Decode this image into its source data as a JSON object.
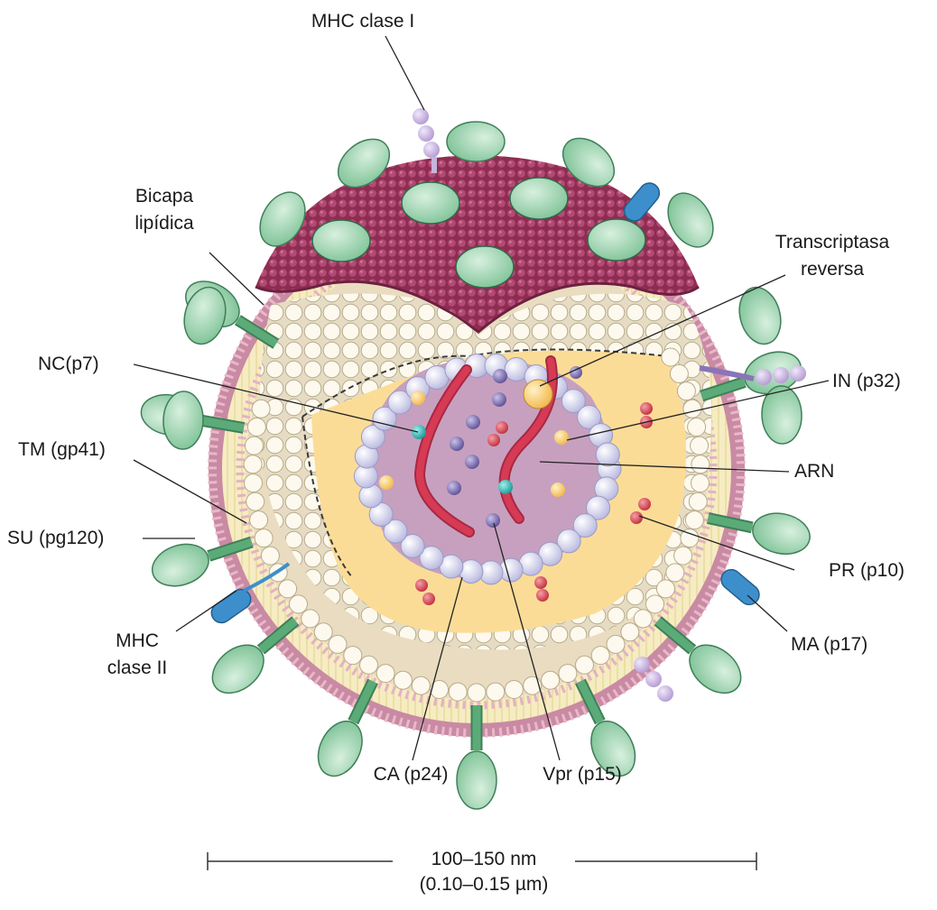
{
  "labels": {
    "mhc1": "MHC clase I",
    "bicapa_1": "Bicapa",
    "bicapa_2": "lipídica",
    "transcriptasa_1": "Transcriptasa",
    "transcriptasa_2": "reversa",
    "nc": "NC(p7)",
    "in": "IN (p32)",
    "tm": "TM (gp41)",
    "arn": "ARN",
    "su": "SU (pg120)",
    "pr": "PR (p10)",
    "mhc2_1": "MHC",
    "mhc2_2": "clase II",
    "ma": "MA (p17)",
    "ca": "CA (p24)",
    "vpr": "Vpr (p15)"
  },
  "scale": {
    "nm": "100–150 nm",
    "um": "(0.10–0.15 µm)"
  },
  "colors": {
    "envelope_dark": "#a33a63",
    "bilayer_heads": "#e8b8c8",
    "bilayer_tails": "#f3e6b0",
    "matrix_beads": "#fbf6ea",
    "capsid_beads": "#dcdcf2",
    "capsid_interior": "#c7a0bf",
    "interior_fill": "#fbdc97",
    "rna": "#d63a55",
    "knob_su": "#a8dab9",
    "stalk_tm": "#4f9a6c",
    "mhc_class_ii": "#3d8fcc",
    "mhc_class_i": "#c8b3dc"
  }
}
